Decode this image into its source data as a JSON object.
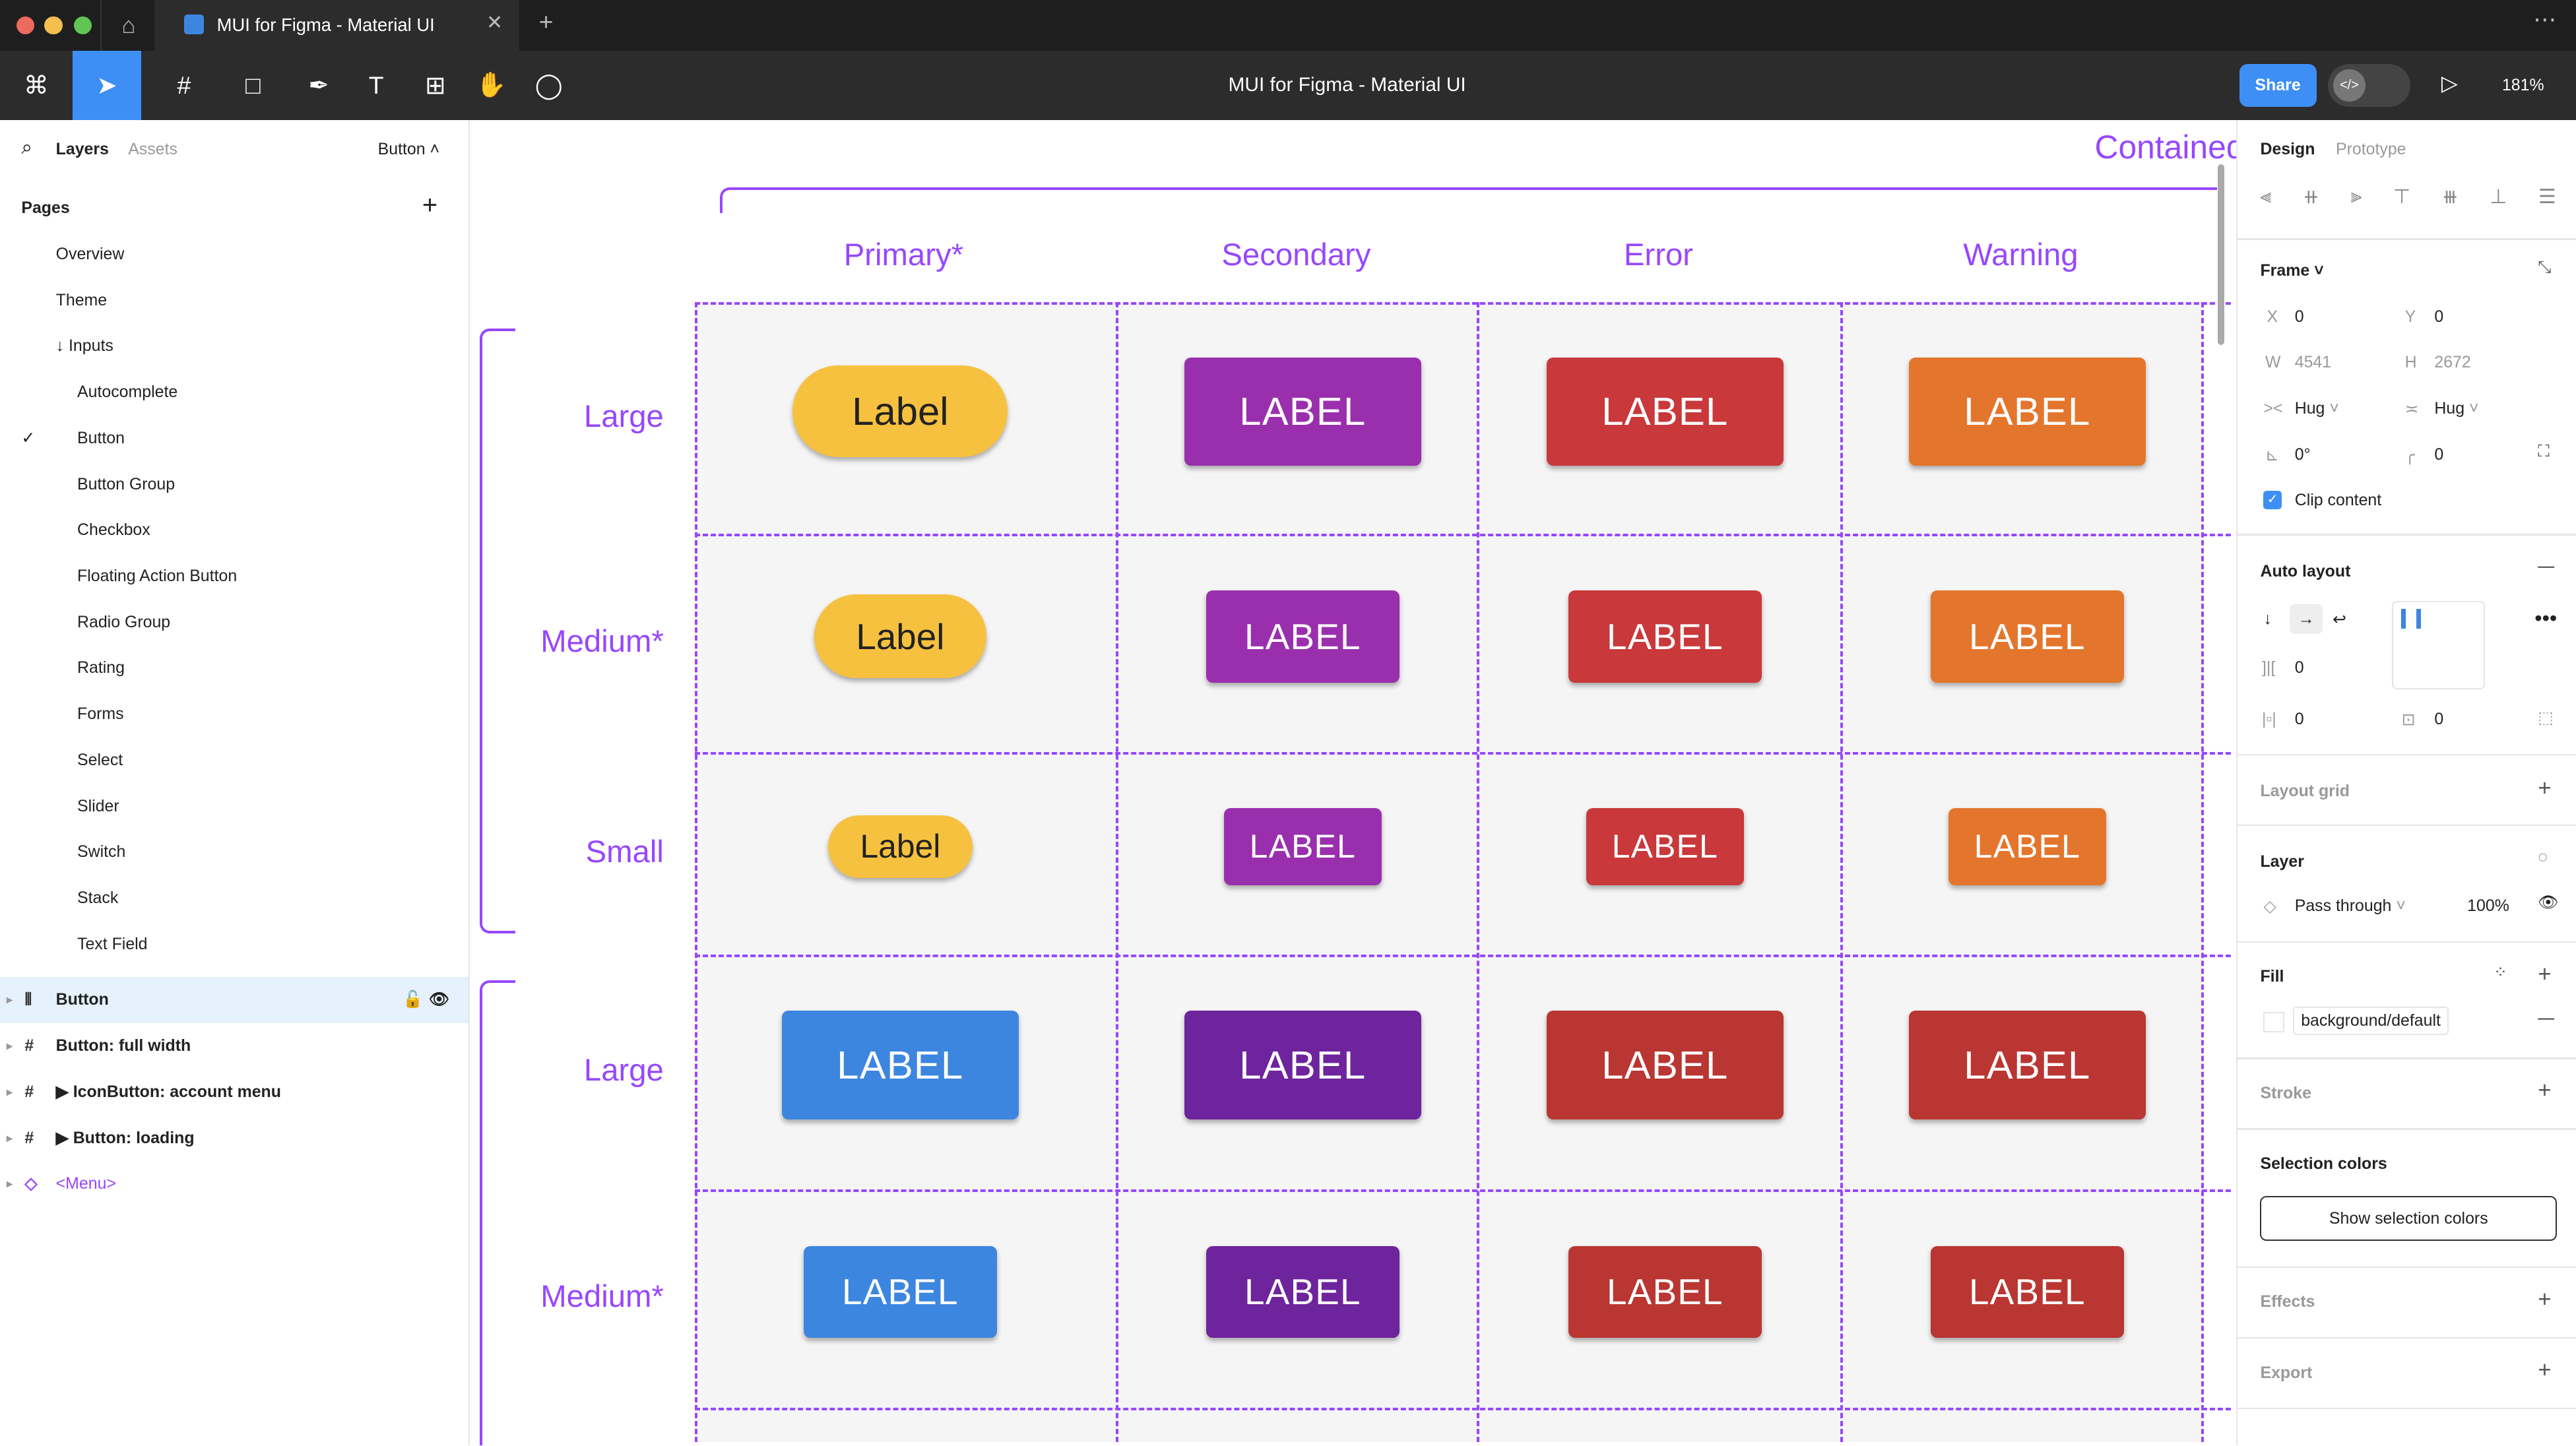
{
  "window": {
    "tab_title": "MUI for Figma - Material UI",
    "file_title": "MUI for Figma - Material UI"
  },
  "toolbar": {
    "share": "Share",
    "zoom": "181%"
  },
  "left_panel": {
    "tabs": [
      "Layers",
      "Assets"
    ],
    "current_page": "Button",
    "pages_title": "Pages",
    "pages": [
      {
        "label": "Overview",
        "indent": 0
      },
      {
        "label": "Theme",
        "indent": 0
      },
      {
        "label": "↓ Inputs",
        "indent": 0
      },
      {
        "label": "Autocomplete",
        "indent": 1
      },
      {
        "label": "Button",
        "indent": 1,
        "selected": true
      },
      {
        "label": "Button Group",
        "indent": 1
      },
      {
        "label": "Checkbox",
        "indent": 1
      },
      {
        "label": "Floating Action Button",
        "indent": 1
      },
      {
        "label": "Radio Group",
        "indent": 1
      },
      {
        "label": "Rating",
        "indent": 1
      },
      {
        "label": "Forms",
        "indent": 1
      },
      {
        "label": "Select",
        "indent": 1
      },
      {
        "label": "Slider",
        "indent": 1
      },
      {
        "label": "Switch",
        "indent": 1
      },
      {
        "label": "Stack",
        "indent": 1
      },
      {
        "label": "Text Field",
        "indent": 1
      }
    ],
    "layers": [
      {
        "label": "Button",
        "icon": "auto-layout-icon",
        "selected": true
      },
      {
        "label": "Button: full width",
        "icon": "frame-icon"
      },
      {
        "label": "▶ IconButton: account menu",
        "icon": "frame-icon"
      },
      {
        "label": "▶ Button: loading",
        "icon": "frame-icon"
      },
      {
        "label": "<Menu>",
        "icon": "component-icon",
        "component": true
      }
    ]
  },
  "canvas": {
    "section_title": "Contained",
    "columns": [
      "Primary*",
      "Secondary",
      "Error",
      "Warning"
    ],
    "groups": [
      {
        "rows": [
          {
            "label": "Large",
            "buttons": [
              "Label",
              "LABEL",
              "LABEL",
              "LABEL"
            ]
          },
          {
            "label": "Medium*",
            "buttons": [
              "Label",
              "LABEL",
              "LABEL",
              "LABEL"
            ]
          },
          {
            "label": "Small",
            "buttons": [
              "Label",
              "LABEL",
              "LABEL",
              "LABEL"
            ]
          }
        ],
        "colors": [
          "#f6c13f",
          "#9a2fae",
          "#c9383a",
          "#e3762c"
        ]
      },
      {
        "rows": [
          {
            "label": "Large",
            "buttons": [
              "LABEL",
              "LABEL",
              "LABEL",
              "LABEL"
            ]
          },
          {
            "label": "Medium*",
            "buttons": [
              "LABEL",
              "LABEL",
              "LABEL",
              "LABEL"
            ]
          }
        ],
        "colors": [
          "#3d86e0",
          "#6e249c",
          "#b93632",
          "#b93632"
        ]
      }
    ]
  },
  "design_panel": {
    "tabs": [
      "Design",
      "Prototype"
    ],
    "frame": {
      "title": "Frame",
      "x_label": "X",
      "x": "0",
      "y_label": "Y",
      "y": "0",
      "w_label": "W",
      "w": "4541",
      "h_label": "H",
      "h": "2672",
      "width_mode": "Hug",
      "height_mode": "Hug",
      "rotation": "0°",
      "radius": "0",
      "clip_content": "Clip content",
      "clip_checked": true
    },
    "auto_layout": {
      "title": "Auto layout",
      "gap": "0",
      "padding_h": "0",
      "padding_v": "0"
    },
    "layout_grid": "Layout grid",
    "layer": {
      "title": "Layer",
      "blend": "Pass through",
      "opacity": "100%"
    },
    "fill": {
      "title": "Fill",
      "style": "background/default"
    },
    "stroke": "Stroke",
    "selection_colors": {
      "title": "Selection colors",
      "button": "Show selection colors"
    },
    "effects": "Effects",
    "export": "Export"
  }
}
